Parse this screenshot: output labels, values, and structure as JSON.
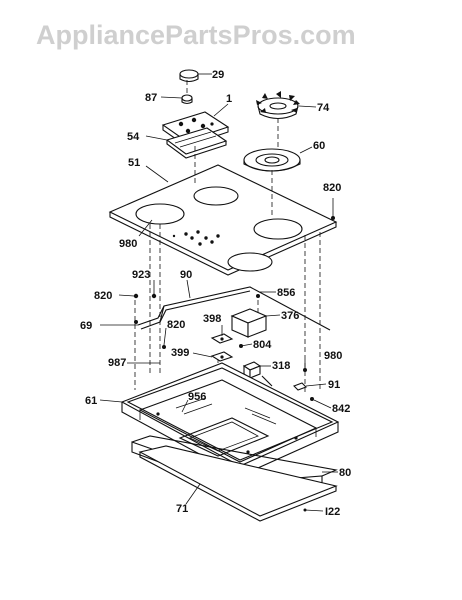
{
  "watermark": "AppliancePartsPros.com",
  "labels": {
    "p29": "29",
    "p87": "87",
    "p1": "1",
    "p74": "74",
    "p54": "54",
    "p60": "60",
    "p51": "51",
    "p820a": "820",
    "p980a": "980",
    "p923": "923",
    "p90": "90",
    "p820b": "820",
    "p856": "856",
    "p69": "69",
    "p820c": "820",
    "p398": "398",
    "p376": "376",
    "p804": "804",
    "p399": "399",
    "p987": "987",
    "p318": "318",
    "p980b": "980",
    "p91": "91",
    "p61": "61",
    "p956": "956",
    "p842": "842",
    "p80": "80",
    "p71": "71",
    "p122": "I22"
  }
}
